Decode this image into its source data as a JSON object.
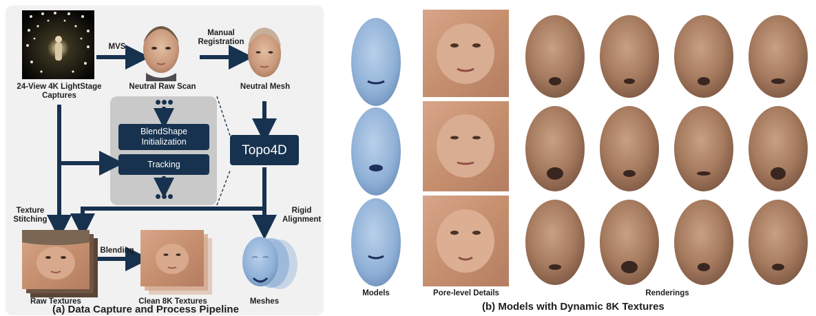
{
  "panel_a": {
    "caption": "(a) Data Capture and Process Pipeline",
    "labels": {
      "captures": "24-View  4K LightStage\nCaptures",
      "mvs": "MVS",
      "neutral_raw_scan": "Neutral Raw Scan",
      "manual_registration": "Manual\nRegistration",
      "neutral_mesh": "Neutral Mesh",
      "texture_stitching": "Texture\nStitching",
      "rigid_alignment": "Rigid\nAlignment",
      "blending": "Blending",
      "raw_textures": "Raw Textures",
      "clean_textures": "Clean 8K Textures",
      "meshes": "Meshes"
    },
    "boxes": {
      "blendshape_init": "BlendShape\nInitialization",
      "tracking": "Tracking",
      "topo4d": "Topo4D"
    }
  },
  "panel_b": {
    "caption": "(b) Models with Dynamic 8K Textures",
    "column_labels": {
      "models": "Models",
      "pore_details": "Pore-level Details",
      "renderings": "Renderings"
    }
  },
  "colors": {
    "navy": "#17324f",
    "panel_bg": "#f1f1f1",
    "mesh_blue": "#8fb0d6",
    "skin": "#c59878"
  }
}
